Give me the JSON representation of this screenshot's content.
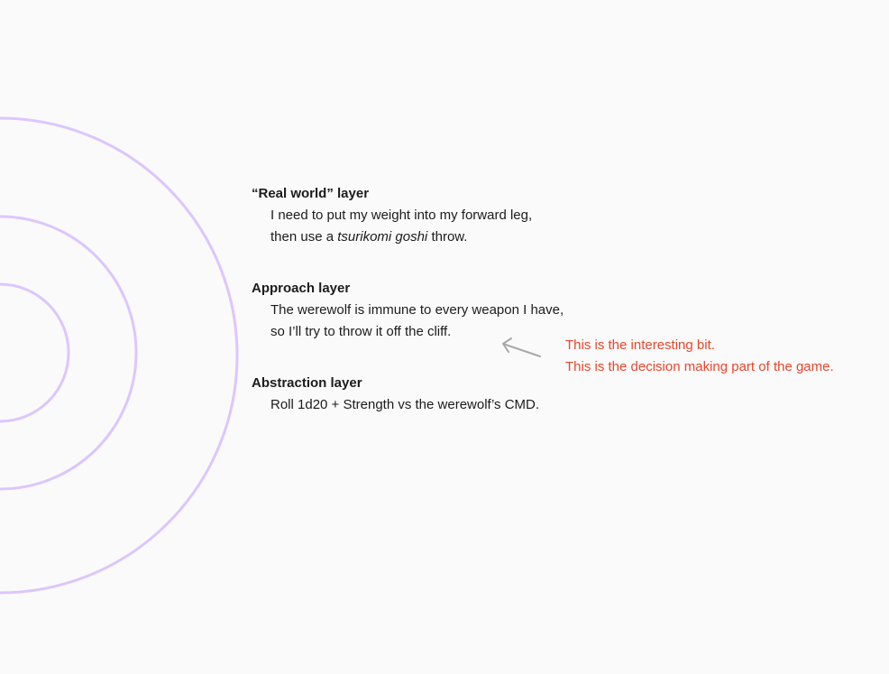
{
  "colors": {
    "background": "#fafafa",
    "ring": "#dcc6ff",
    "text": "#1c1c1c",
    "annotation": "#e8472c",
    "arrow": "#a8a8a8"
  },
  "layers": [
    {
      "title": "“Real world” layer",
      "line1": "I need to put my weight into my forward leg,",
      "line2_prefix": "then use a ",
      "line2_italic": "tsurikomi goshi",
      "line2_suffix": " throw."
    },
    {
      "title": "Approach layer",
      "line1": "The werewolf is immune to every weapon I have,",
      "line2": "so I’ll try to throw it off the cliff."
    },
    {
      "title": "Abstraction layer",
      "line1": "Roll 1d20 + Strength vs the werewolf’s CMD."
    }
  ],
  "annotation": {
    "line1": "This is the interesting bit.",
    "line2": "This is the decision making part of the game.",
    "arrow_icon": "arrow-left-icon"
  }
}
